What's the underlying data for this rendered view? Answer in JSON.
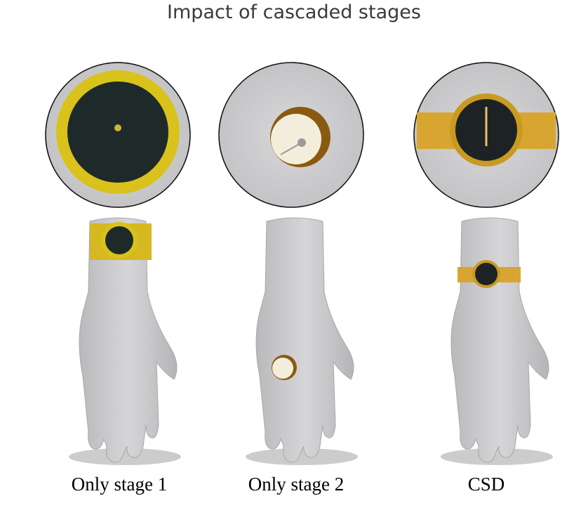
{
  "figure": {
    "title": "Impact of cascaded stages",
    "panels": [
      {
        "label": "Only stage 1"
      },
      {
        "label": "Only stage 2"
      },
      {
        "label": "CSD"
      }
    ]
  }
}
